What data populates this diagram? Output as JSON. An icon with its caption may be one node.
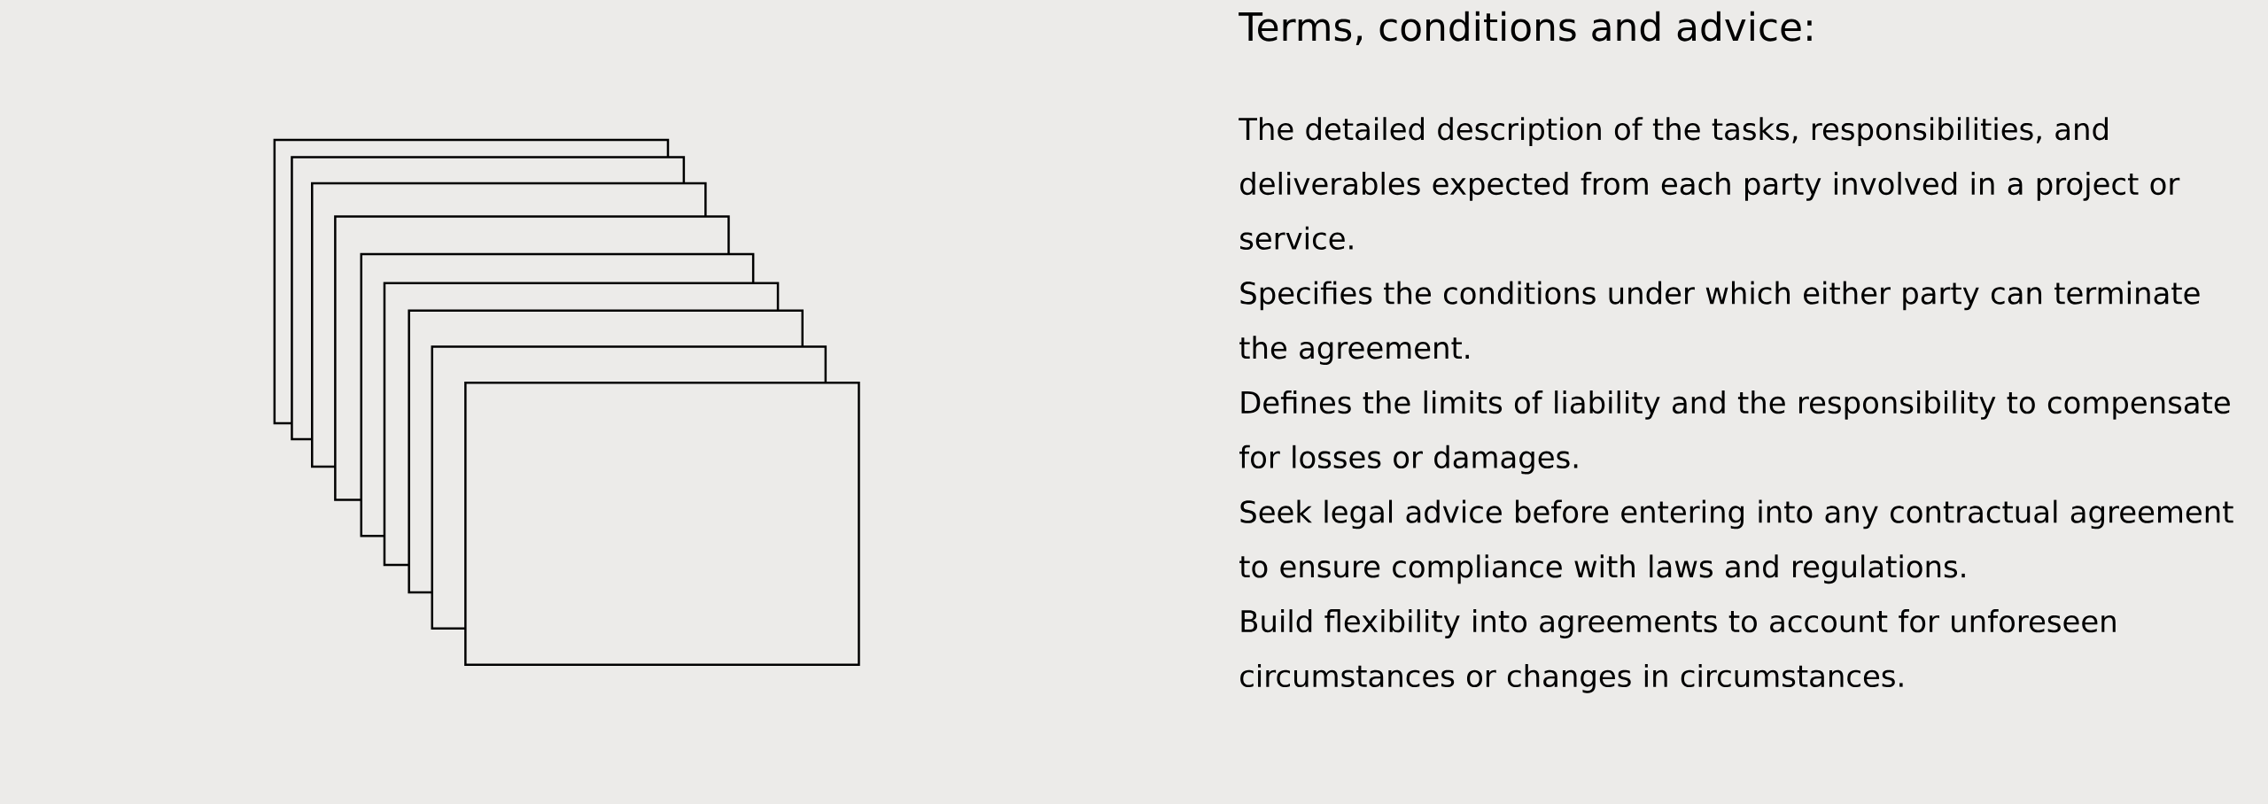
{
  "diagram": {
    "title": "Terms, conditions and advice:",
    "nodes": [
      {
        "text": [],
        "shape": "box"
      },
      {
        "text": [],
        "shape": "box"
      },
      {
        "text": [],
        "shape": "box"
      },
      {
        "text": [],
        "shape": "box"
      },
      {
        "text": [],
        "shape": "box"
      },
      {
        "text": [],
        "shape": "box"
      },
      {
        "text": [],
        "shape": "box"
      },
      {
        "text": [],
        "shape": "box"
      },
      {
        "text": [],
        "shape": "box"
      }
    ],
    "labels": [
      "The detailed description of the tasks, responsibilities, and deliverables expected from each party involved in a project or service.",
      "Specifies the conditions under which either party can terminate the agreement.",
      "Defines the limits of liability and the responsibility to compensate for losses or damages.",
      "Seek legal advice before entering into any contractual agreement to ensure compliance with laws and regulations.",
      "Build flexibility into agreements to account for unforeseen circumstances or changes in circumstances."
    ]
  }
}
